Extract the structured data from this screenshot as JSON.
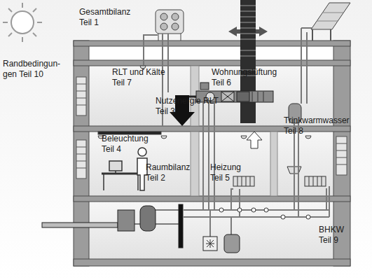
{
  "diagram": {
    "labels": [
      "Gesamtbilanz Teil 1",
      "Randbedingun- gen Teil 10",
      "RLT und Kälte Teil 7",
      "Wohnungslüftung Teil 6",
      "Nutzenergie RLT Teil 3",
      "Trinkwarmwasser Teil 8",
      "Beleuchtung Teil 4",
      "Raumbilanz Teil 2",
      "Heizung Teil 5",
      "BHKW Teil 9"
    ]
  }
}
